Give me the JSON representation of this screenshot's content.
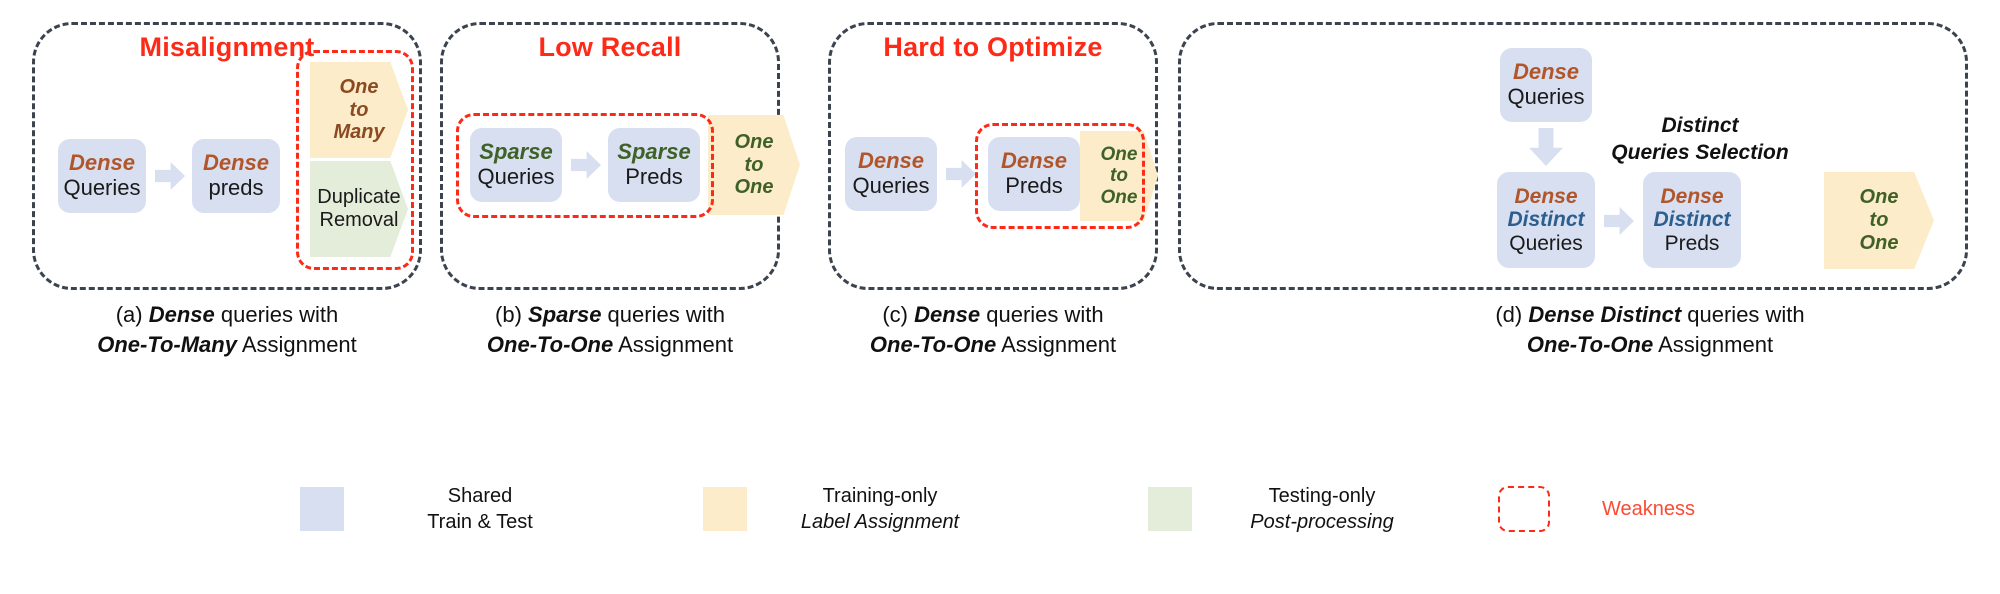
{
  "figure": {
    "panels": [
      {
        "id": "a",
        "title": "Misalignment",
        "caption_line1_prefix": "(a) ",
        "caption_line1_em": "Dense",
        "caption_line1_suffix": " queries with",
        "caption_line2_em": "One-To-Many",
        "caption_line2_suffix": " Assignment",
        "nodes": [
          {
            "name": "dense-queries",
            "l1": "Dense",
            "l2": "Queries"
          },
          {
            "name": "dense-preds",
            "l1": "Dense",
            "l2": "preds"
          },
          {
            "name": "one-to-many",
            "l1": "One",
            "l2": "to",
            "l3": "Many"
          },
          {
            "name": "duplicate-removal",
            "l1": "Duplicate",
            "l2": "Removal"
          }
        ]
      },
      {
        "id": "b",
        "title": "Low Recall",
        "caption_line1_prefix": "(b) ",
        "caption_line1_em": "Sparse",
        "caption_line1_suffix": " queries with",
        "caption_line2_em": "One-To-One",
        "caption_line2_suffix": " Assignment",
        "nodes": [
          {
            "name": "sparse-queries",
            "l1": "Sparse",
            "l2": "Queries"
          },
          {
            "name": "sparse-preds",
            "l1": "Sparse",
            "l2": "Preds"
          },
          {
            "name": "one-to-one",
            "l1": "One",
            "l2": "to",
            "l3": "One"
          }
        ]
      },
      {
        "id": "c",
        "title": "Hard to Optimize",
        "caption_line1_prefix": "(c) ",
        "caption_line1_em": "Dense",
        "caption_line1_suffix": " queries with",
        "caption_line2_em": "One-To-One",
        "caption_line2_suffix": " Assignment",
        "nodes": [
          {
            "name": "dense-queries",
            "l1": "Dense",
            "l2": "Queries"
          },
          {
            "name": "dense-preds",
            "l1": "Dense",
            "l2": "Preds"
          },
          {
            "name": "one-to-one",
            "l1": "One",
            "l2": "to",
            "l3": "One"
          }
        ]
      },
      {
        "id": "d",
        "title": "",
        "caption_line1_prefix": "(d) ",
        "caption_line1_em": "Dense Distinct",
        "caption_line1_suffix": " queries with",
        "caption_line2_em": "One-To-One",
        "caption_line2_suffix": " Assignment",
        "selection_label_line1": "Distinct",
        "selection_label_line2": "Queries Selection",
        "nodes": [
          {
            "name": "dense-queries",
            "l1": "Dense",
            "l2": "Queries"
          },
          {
            "name": "dense-distinct-queries",
            "l1": "Dense",
            "l2": "Distinct",
            "l3": "Queries"
          },
          {
            "name": "dense-distinct-preds",
            "l1": "Dense",
            "l2": "Distinct",
            "l3": "Preds"
          },
          {
            "name": "one-to-one",
            "l1": "One",
            "l2": "to",
            "l3": "One"
          }
        ]
      }
    ],
    "legend": [
      {
        "swatch": "#d8dff1",
        "line1": "Shared",
        "line2": "Train & Test",
        "italic2": false
      },
      {
        "swatch": "#fcecc9",
        "line1": "Training-only",
        "line2": "Label Assignment",
        "italic2": true
      },
      {
        "swatch": "#e3edda",
        "line1": "Testing-only",
        "line2": "Post-processing",
        "italic2": true
      }
    ],
    "legend_weakness": "Weakness"
  },
  "colors": {
    "shared_blue": "#d8dff1",
    "training_yellow": "#fcecc9",
    "testing_green": "#e3edda",
    "weakness_red": "#fc2a17",
    "panel_border": "#3b434f",
    "dense_brown": "#b1562a",
    "sparse_green": "#3f6127",
    "distinct_blue": "#2c5f8e"
  }
}
